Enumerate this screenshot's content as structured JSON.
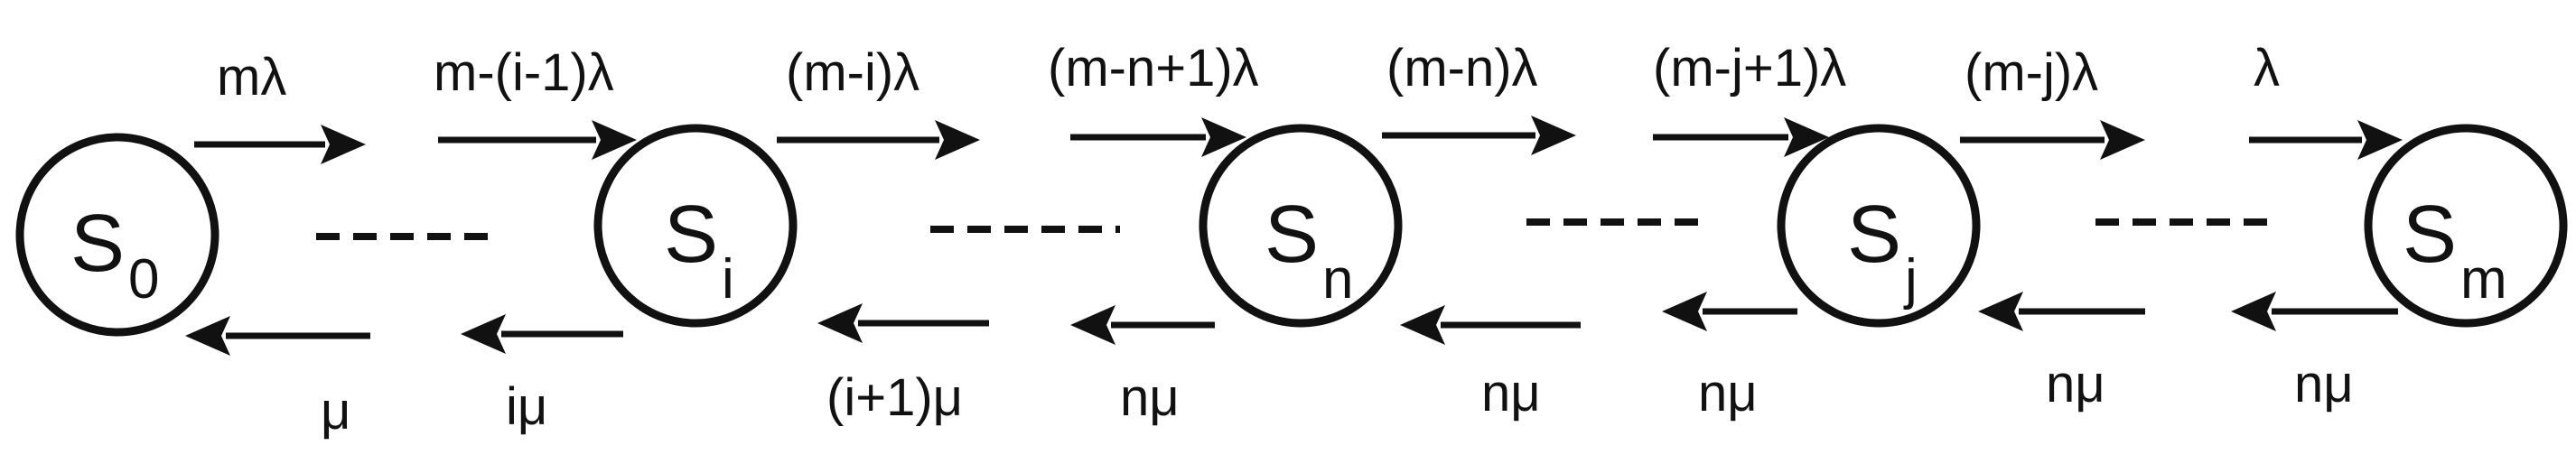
{
  "states": [
    {
      "symbol": "S",
      "sub": "0"
    },
    {
      "symbol": "S",
      "sub": "i"
    },
    {
      "symbol": "S",
      "sub": "n"
    },
    {
      "symbol": "S",
      "sub": "j"
    },
    {
      "symbol": "S",
      "sub": "m"
    }
  ],
  "forward_labels": {
    "f1": "mλ",
    "f2": "m-(i-1)λ",
    "f3": "(m-i)λ",
    "f4": "(m-n+1)λ",
    "f5": "(m-n)λ",
    "f6": "(m-j+1)λ",
    "f7": "(m-j)λ",
    "f8": "λ"
  },
  "backward_labels": {
    "b1": "μ",
    "b2": "iμ",
    "b3": "(i+1)μ",
    "b4": "nμ",
    "b5": "nμ",
    "b6": "nμ",
    "b7": "nμ",
    "b8": "nμ"
  }
}
